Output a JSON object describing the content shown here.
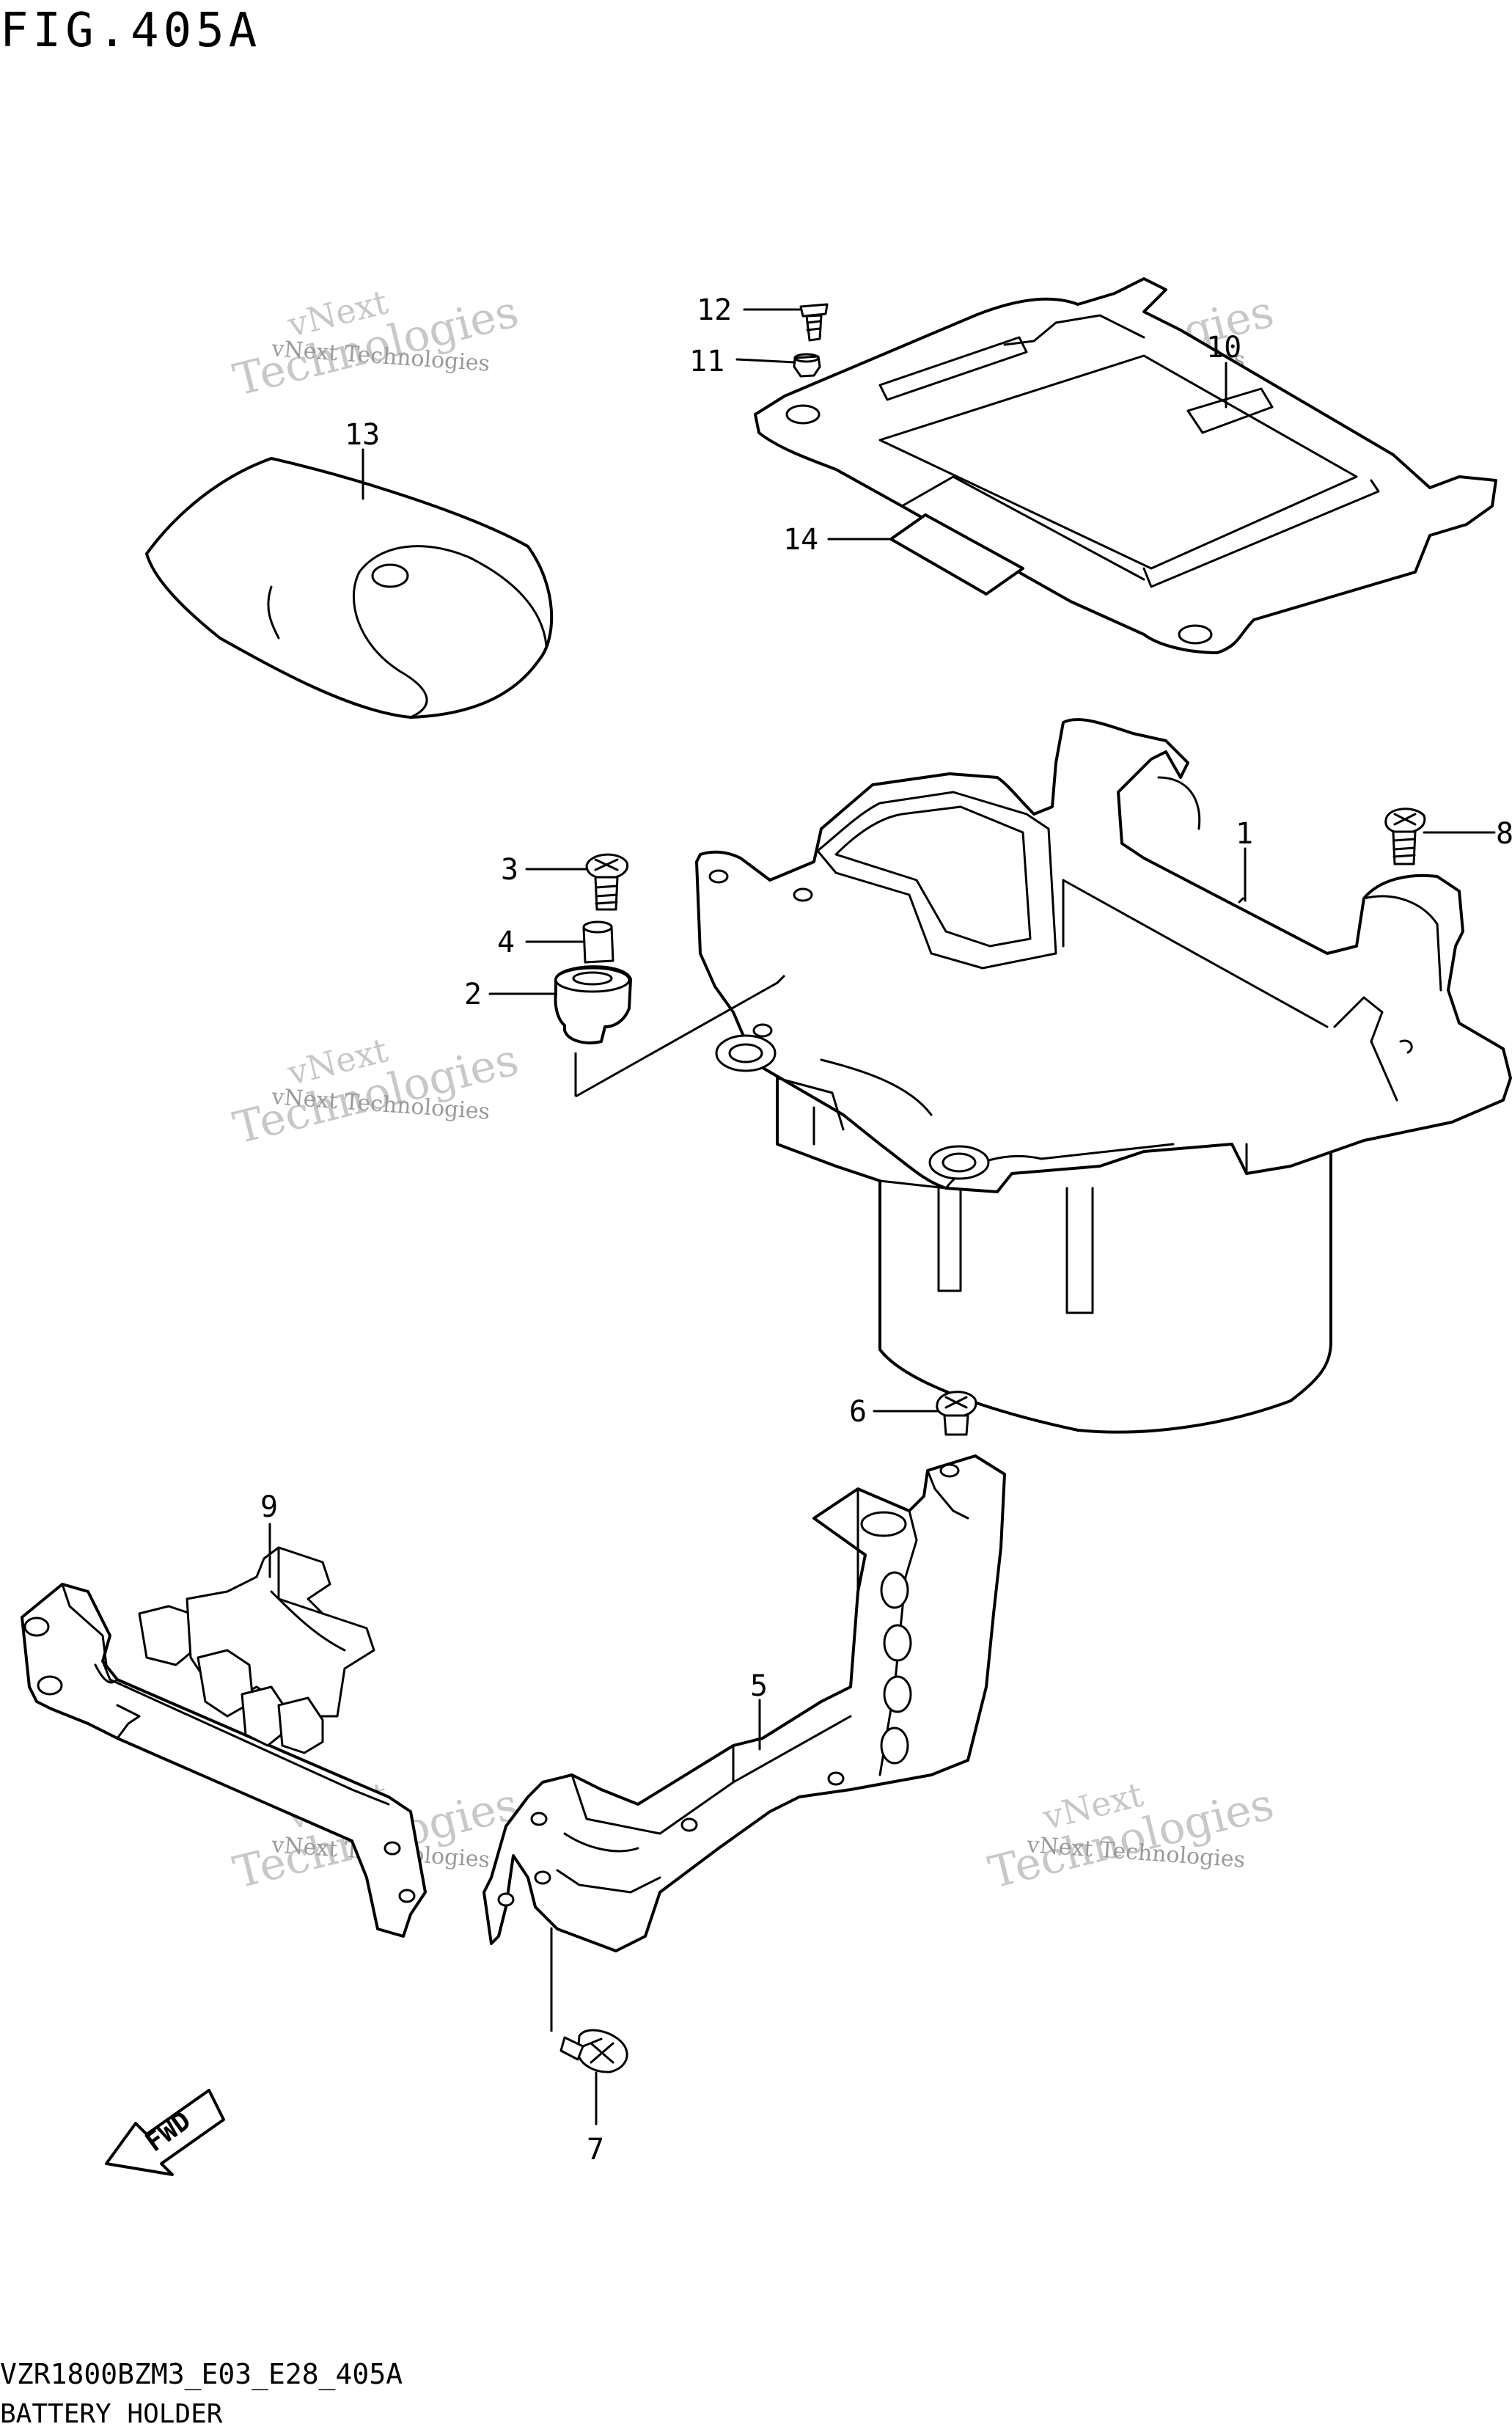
{
  "figure": {
    "title": "FIG.405A",
    "model_code": "VZR1800BZM3_E03_E28_405A",
    "section_name": "BATTERY HOLDER"
  },
  "watermark": {
    "small": "vNext Technologies",
    "large_line1": "vNext",
    "large_line2": "Technologies"
  },
  "fwd_label": "FWD",
  "callouts": [
    "1",
    "2",
    "3",
    "4",
    "5",
    "6",
    "7",
    "8",
    "9",
    "10",
    "11",
    "12",
    "13",
    "14"
  ],
  "colors": {
    "line": "#000000",
    "watermark": "#c8c8c8",
    "background": "#ffffff"
  }
}
